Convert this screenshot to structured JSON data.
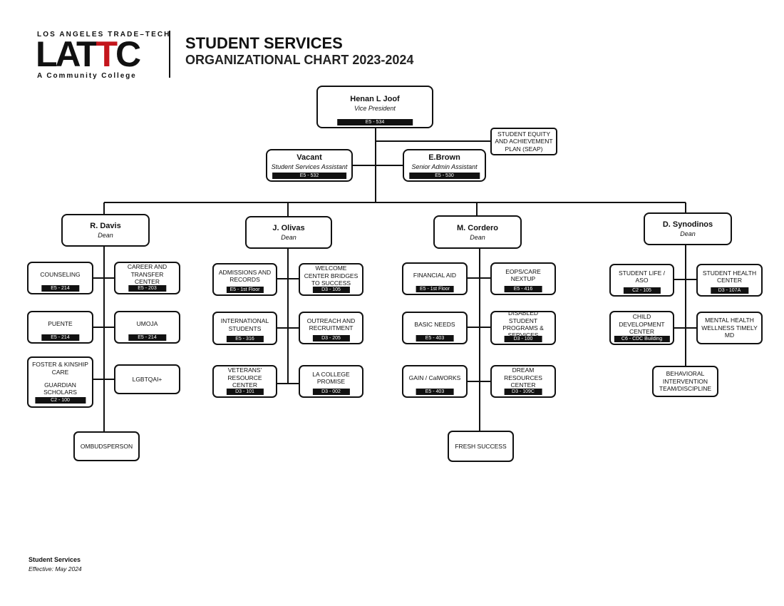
{
  "header": {
    "logo_top": "LOS ANGELES TRADE–TECH",
    "logo_main_a": "LAT",
    "logo_main_b": "T",
    "logo_main_c": "C",
    "logo_bottom": "A Community College",
    "title": "STUDENT SERVICES",
    "subtitle": "ORGANIZATIONAL CHART 2023-2024"
  },
  "footer": {
    "department": "Student Services",
    "effective": "Effective: May 2024"
  },
  "top": {
    "vp": {
      "name": "Henan L Joof",
      "title": "Vice President",
      "loc": "E5 - 534"
    },
    "seap": {
      "label": "STUDENT EQUITY AND ACHIEVEMENT PLAN (SEAP)"
    },
    "assistant1": {
      "name": "Vacant",
      "title": "Student Services Assistant",
      "loc": "E5 - 532"
    },
    "assistant2": {
      "name": "E.Brown",
      "title": "Senior Admin Assistant",
      "loc": "E5 - 530"
    }
  },
  "deans": [
    {
      "name": "R. Davis",
      "title": "Dean"
    },
    {
      "name": "J. Olivas",
      "title": "Dean"
    },
    {
      "name": "M. Cordero",
      "title": "Dean"
    },
    {
      "name": "D. Synodinos",
      "title": "Dean"
    }
  ],
  "units": {
    "davis": [
      {
        "label": "COUNSELING",
        "loc": "E5 - 214"
      },
      {
        "label": "CAREER AND TRANSFER CENTER",
        "loc": "E5 - 203"
      },
      {
        "label": "PUENTE",
        "loc": "E5 - 214"
      },
      {
        "label": "UMOJA",
        "loc": "E5 - 214"
      },
      {
        "label": "FOSTER & KINSHIP CARE",
        "label2": "GUARDIAN SCHOLARS",
        "loc": "C2 - 100"
      },
      {
        "label": "LGBTQAI+"
      },
      {
        "label": "OMBUDSPERSON"
      }
    ],
    "olivas": [
      {
        "label": "ADMISSIONS AND RECORDS",
        "loc": "E5 - 1st Floor"
      },
      {
        "label": "WELCOME CENTER BRIDGES TO SUCCESS",
        "loc": "D3 - 105"
      },
      {
        "label": "INTERNATIONAL STUDENTS",
        "loc": "E5 - 316"
      },
      {
        "label": "OUTREACH AND RECRUITMENT",
        "loc": "D3 - 205"
      },
      {
        "label": "VETERANS' RESOURCE CENTER",
        "loc": "D3 - 101"
      },
      {
        "label": "LA COLLEGE PROMISE",
        "loc": "D3 - 002"
      }
    ],
    "cordero": [
      {
        "label": "FINANCIAL AID",
        "loc": "E5 - 1st Floor"
      },
      {
        "label": "EOPS/CARE NEXTUP",
        "loc": "E5 - 416"
      },
      {
        "label": "BASIC NEEDS",
        "loc": "E5 - 403"
      },
      {
        "label": "DISABLED STUDENT PROGRAMS & SERVICES",
        "loc": "D3 - 100"
      },
      {
        "label": "GAIN / CalWORKS",
        "loc": "E5 - 403"
      },
      {
        "label": "DREAM RESOURCES CENTER",
        "loc": "D3 - 109C"
      },
      {
        "label": "FRESH SUCCESS"
      }
    ],
    "synodinos": [
      {
        "label": "STUDENT LIFE / ASO",
        "loc": "C2 - 105"
      },
      {
        "label": "STUDENT HEALTH CENTER",
        "loc": "D3 - 107A"
      },
      {
        "label": "CHILD DEVELOPMENT CENTER",
        "loc": "C6 - CDC Building"
      },
      {
        "label": "MENTAL HEALTH WELLNESS TIMELY MD"
      },
      {
        "label": "BEHAVIORAL INTERVENTION TEAM/DISCIPLINE"
      }
    ]
  }
}
